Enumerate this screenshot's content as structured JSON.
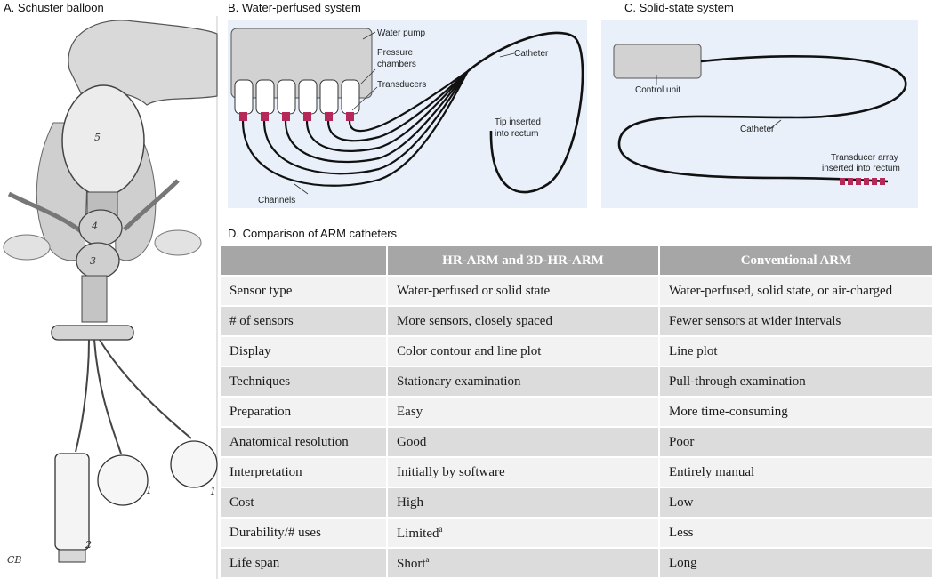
{
  "panels": {
    "a": {
      "label": "A. Schuster balloon",
      "numbers": [
        "5",
        "4",
        "3",
        "1",
        "1",
        "2",
        "CB"
      ]
    },
    "b": {
      "label": "B. Water-perfused system",
      "water_pump": "Water pump",
      "pressure": "Pressure",
      "chambers": "chambers",
      "transducers": "Transducers",
      "catheter": "Catheter",
      "tip_line1": "Tip inserted",
      "tip_line2": "into rectum",
      "channels": "Channels"
    },
    "c": {
      "label": "C. Solid-state system",
      "control_unit": "Control unit",
      "catheter": "Catheter",
      "array_line1": "Transducer array",
      "array_line2": "inserted into rectum"
    },
    "d": {
      "label": "D. Comparison of ARM catheters"
    }
  },
  "table": {
    "headers": [
      "",
      "HR-ARM and 3D-HR-ARM",
      "Conventional ARM"
    ],
    "rows": [
      [
        "Sensor type",
        "Water-perfused or solid state",
        "Water-perfused, solid state, or air-charged"
      ],
      [
        "# of sensors",
        "More sensors, closely spaced",
        "Fewer sensors at wider intervals"
      ],
      [
        "Display",
        "Color contour and line plot",
        "Line plot"
      ],
      [
        "Techniques",
        "Stationary examination",
        "Pull-through examination"
      ],
      [
        "Preparation",
        "Easy",
        "More time-consuming"
      ],
      [
        "Anatomical resolution",
        "Good",
        "Poor"
      ],
      [
        "Interpretation",
        "Initially by software",
        "Entirely manual"
      ],
      [
        "Cost",
        "High",
        "Low"
      ],
      [
        "Durability/# uses",
        "Limited",
        "Less"
      ],
      [
        "Life span",
        "Short",
        "Long"
      ]
    ],
    "footnote_mark": "a"
  },
  "colors": {
    "header_bg": "#a6a6a6",
    "row_light": "#f2f2f2",
    "row_dark": "#dcdcdc",
    "panel_bg": "#e9f0fa",
    "transducer": "#b5285a"
  }
}
